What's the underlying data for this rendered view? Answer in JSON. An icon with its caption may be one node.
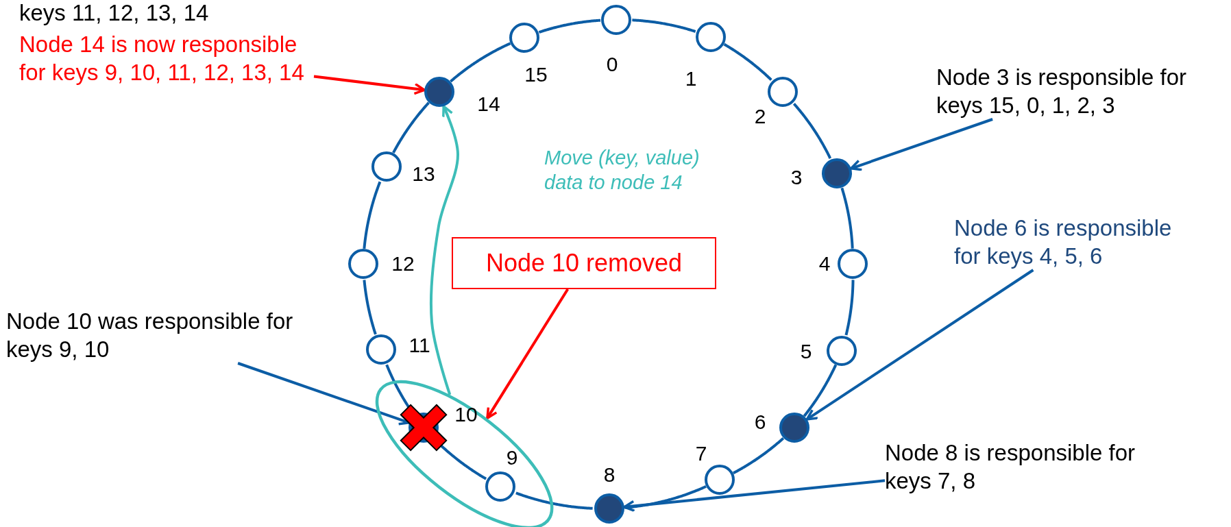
{
  "diagram": {
    "nodes": [
      {
        "text": [],
        "shape": "ellipse"
      },
      {
        "text": [],
        "shape": "circle",
        "beside": [
          "0"
        ]
      },
      {
        "text": [],
        "shape": "circle",
        "beside": [
          "1"
        ]
      },
      {
        "text": [],
        "shape": "circle",
        "beside": [
          "2"
        ]
      },
      {
        "text": [],
        "shape": "circle",
        "beside": [
          "3"
        ]
      },
      {
        "text": [],
        "shape": "circle",
        "beside": [
          "4"
        ]
      },
      {
        "text": [],
        "shape": "circle",
        "beside": [
          "5"
        ]
      },
      {
        "text": [],
        "shape": "circle",
        "beside": [
          "6"
        ]
      },
      {
        "text": [],
        "shape": "circle",
        "beside": [
          "7"
        ]
      },
      {
        "text": [],
        "shape": "circle",
        "beside": [
          "8"
        ]
      },
      {
        "text": [],
        "shape": "circle",
        "beside": [
          "9"
        ],
        "in": 0
      },
      {
        "text": [],
        "shape": "circle",
        "beside": [
          "10"
        ],
        "in": 0
      },
      {
        "text": [],
        "shape": "circle",
        "beside": [
          "11"
        ]
      },
      {
        "text": [],
        "shape": "circle",
        "beside": [
          "12"
        ]
      },
      {
        "text": [],
        "shape": "circle",
        "beside": [
          "13"
        ]
      },
      {
        "text": [],
        "shape": "circle",
        "beside": [
          "14"
        ]
      },
      {
        "text": [],
        "shape": "circle",
        "beside": [
          "15"
        ]
      },
      {
        "text": [
          "Node 14 is now responsible for keys 9, 10, 11, 12, 13, 14"
        ]
      },
      {
        "text": [
          "Node 3 is responsible for keys 15, 0, 1, 2, 3"
        ]
      },
      {
        "text": [
          "Node 6 is responsible for keys 4, 5, 6"
        ]
      },
      {
        "text": [
          "Node 10 was responsible for keys 9, 10"
        ]
      },
      {
        "text": [
          "Node 10 removed"
        ]
      },
      {
        "text": [
          "Node 8 is responsible for keys 7, 8"
        ]
      }
    ],
    "edges": [
      {
        "from": 1,
        "to": 2,
        "arrow": "none"
      },
      {
        "from": 2,
        "to": 3,
        "arrow": "none"
      },
      {
        "from": 3,
        "to": 4,
        "arrow": "none"
      },
      {
        "from": 4,
        "to": 5,
        "arrow": "none"
      },
      {
        "from": 5,
        "to": 6,
        "arrow": "none"
      },
      {
        "from": 6,
        "to": 7,
        "arrow": "none"
      },
      {
        "from": 7,
        "to": 8,
        "arrow": "none"
      },
      {
        "from": 8,
        "to": 9,
        "arrow": "none"
      },
      {
        "from": 9,
        "to": 10,
        "arrow": "none"
      },
      {
        "from": 10,
        "to": 11,
        "arrow": "none"
      },
      {
        "from": 11,
        "to": 12,
        "arrow": "none"
      },
      {
        "from": 12,
        "to": 13,
        "arrow": "none"
      },
      {
        "from": 13,
        "to": 14,
        "arrow": "none"
      },
      {
        "from": 14,
        "to": 15,
        "arrow": "none"
      },
      {
        "from": 15,
        "to": 16,
        "arrow": "none"
      },
      {
        "from": 16,
        "to": 1,
        "arrow": "none"
      },
      {
        "from": 17,
        "to": 15,
        "arrow": "to",
        "color": "#ff0000"
      },
      {
        "from": 18,
        "to": 4,
        "arrow": "to"
      },
      {
        "from": 19,
        "to": 7,
        "arrow": "to"
      },
      {
        "from": 20,
        "to": 11,
        "arrow": "to"
      },
      {
        "from": 21,
        "to": 0,
        "arrow": "to",
        "color": "#ff0000"
      },
      {
        "from": 22,
        "to": 9,
        "arrow": "to"
      },
      {
        "from": 0,
        "to": 15,
        "arrow": "to",
        "color": "#3dbdb8",
        "label": "Move (key, value) data to node 14"
      }
    ],
    "labels": [
      "keys 11, 12, 13, 14"
    ]
  }
}
